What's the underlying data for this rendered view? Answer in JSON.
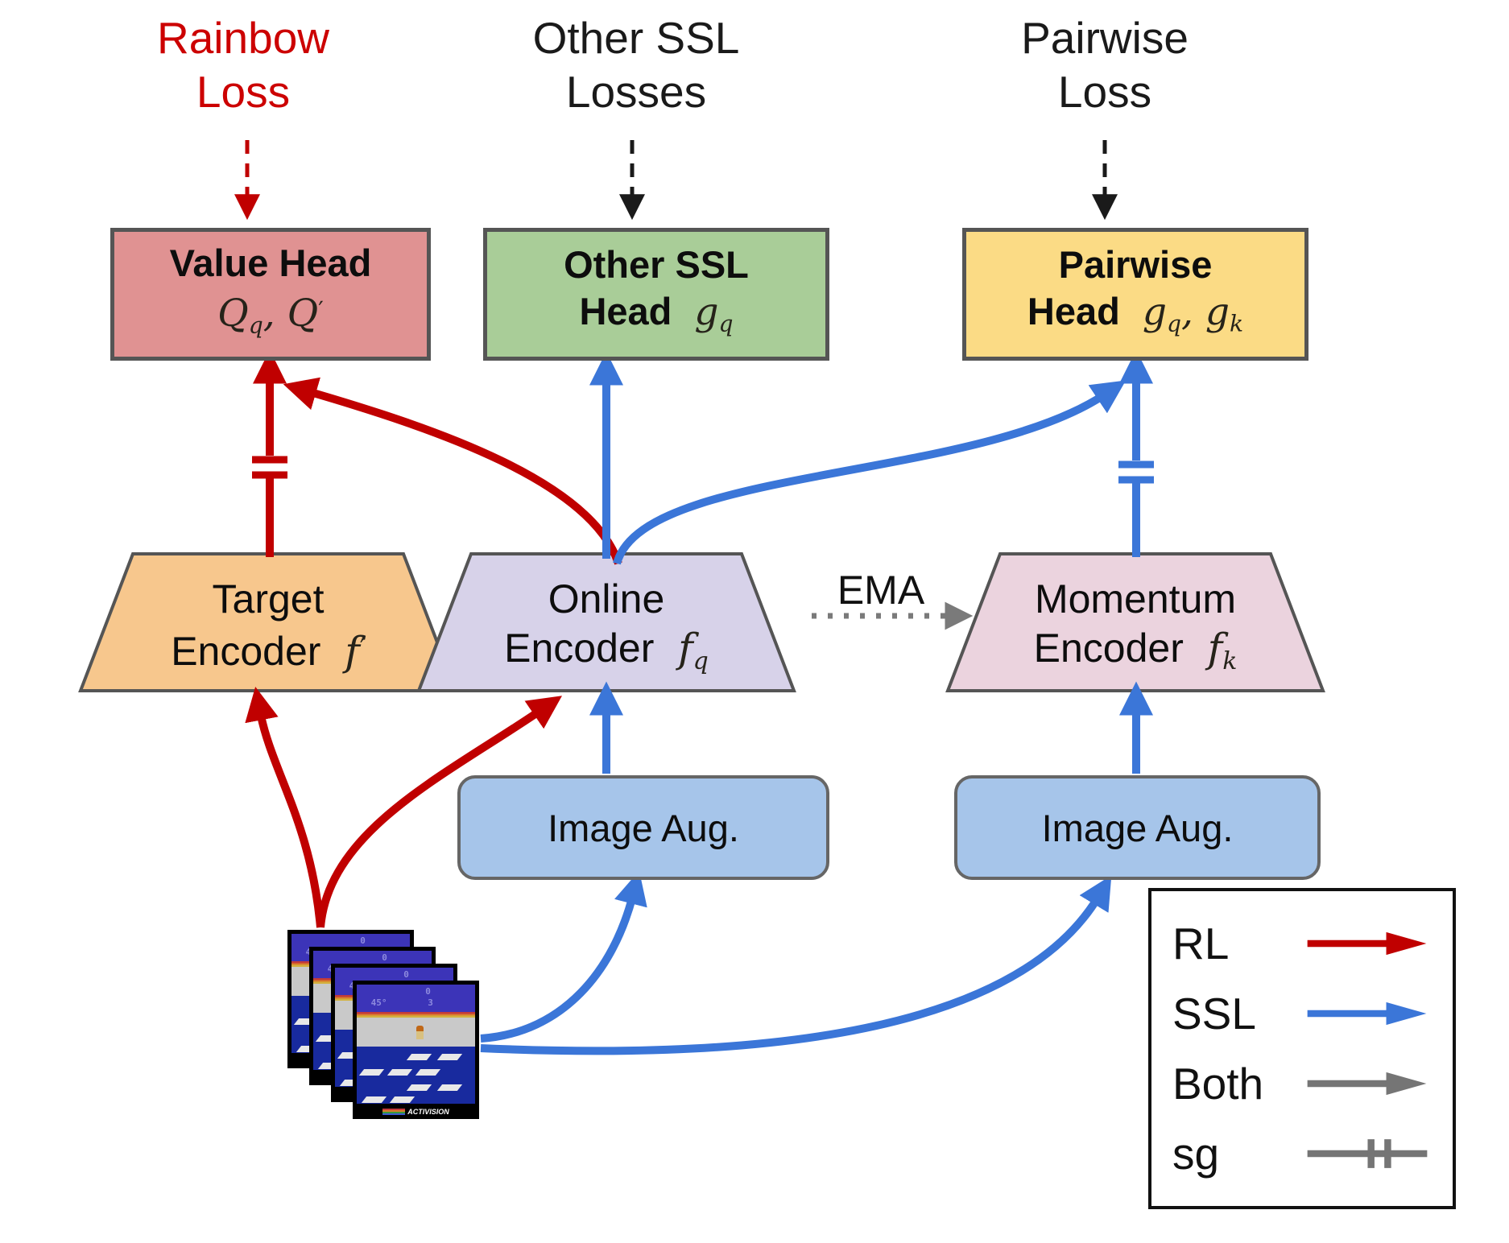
{
  "figure_type": "architecture-diagram",
  "colors": {
    "rl": "#c00000",
    "ssl": "#3b76d8",
    "both": "#757575",
    "black": "#1a1a1a",
    "ema_gray": "#7a7a7a",
    "box_border": "#555555",
    "value_head_bg": "#e09292",
    "other_ssl_head_bg": "#a9cd98",
    "pairwise_head_bg": "#fbdb85",
    "target_encoder_bg": "#f7c78d",
    "online_encoder_bg": "#d7d2e9",
    "momentum_encoder_bg": "#ebd3de",
    "image_aug_bg": "#a6c5ea"
  },
  "losses": {
    "rainbow": {
      "line1": "Rainbow",
      "line2": "Loss"
    },
    "other_ssl": {
      "line1": "Other SSL",
      "line2": "Losses"
    },
    "pairwise": {
      "line1": "Pairwise",
      "line2": "Loss"
    }
  },
  "heads": {
    "value": {
      "title": "Value Head",
      "m1": "Q",
      "m1sub": "q",
      "m2": ", Q",
      "m2sup": "′"
    },
    "other_ssl": {
      "line1": "Other SSL",
      "word": "Head",
      "g1": "g",
      "g1sub": "q"
    },
    "pairwise": {
      "line1": "Pairwise",
      "word": "Head",
      "g1": "g",
      "g1sub": "q",
      "comma": ", ",
      "g2": "g",
      "g2sub": "k"
    }
  },
  "encoders": {
    "target": {
      "line1": "Target",
      "line2": "Encoder",
      "f": "f",
      "fsup": "′"
    },
    "online": {
      "line1": "Online",
      "line2": "Encoder",
      "f": "f",
      "fsub": "q"
    },
    "momentum": {
      "line1": "Momentum",
      "line2": "Encoder",
      "f": "f",
      "fsub": "k"
    }
  },
  "ema_label": "EMA",
  "image_aug": {
    "label": "Image Aug."
  },
  "legend": {
    "items": [
      {
        "label": "RL",
        "symbol": "red-arrow"
      },
      {
        "label": "SSL",
        "symbol": "blue-arrow"
      },
      {
        "label": "Both",
        "symbol": "gray-arrow"
      },
      {
        "label": "sg",
        "symbol": "stop-gradient"
      }
    ]
  },
  "game_frames": {
    "score": "0",
    "angle": "45°",
    "lives": "3",
    "brand": "ACTIVISION"
  }
}
